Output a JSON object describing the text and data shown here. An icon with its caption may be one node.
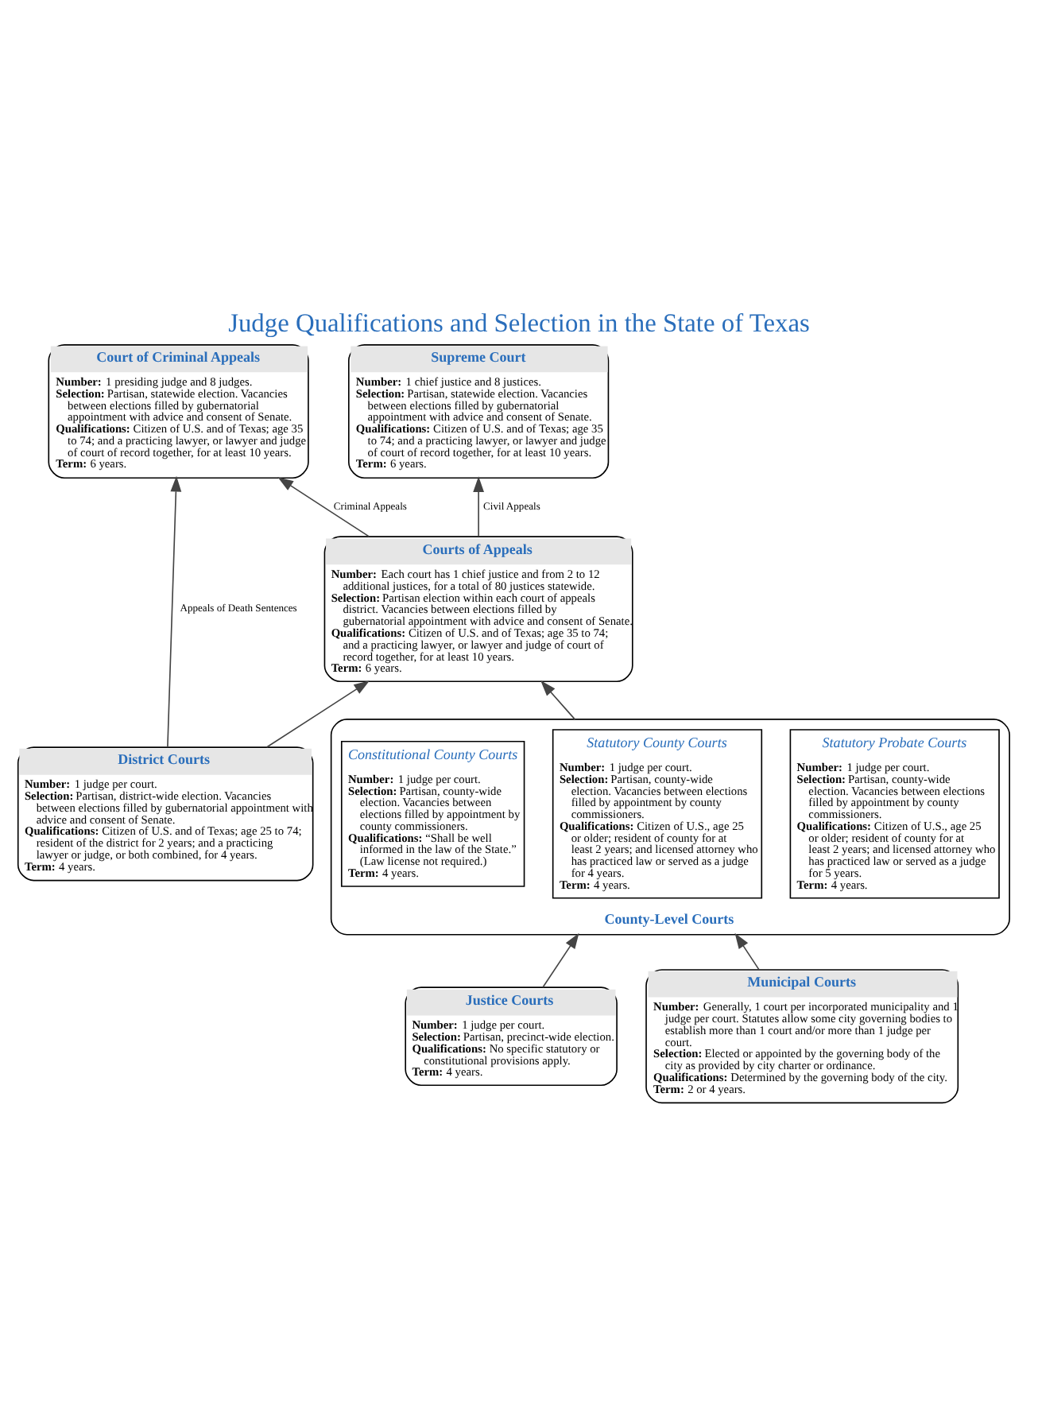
{
  "diagram": {
    "title": "Judge Qualifications and Selection in the State of Texas",
    "nodes": [
      {
        "text": [
          "Supreme Court",
          "**Number:** 1 chief justice and 8 justices.",
          "**Selection:** Partisan, statewide election. Vacancies between elections filled by gubernatorial appointment with advice and consent of Senate.",
          "**Qualifications:** Citizen of U.S. and of Texas; age 35 to 74; and a practicing lawyer, or lawyer and judge of court of record together, for at least 10 years.",
          "**Term:** 6 years."
        ]
      },
      {
        "text": [
          "Court of Criminal Appeals",
          "**Number:** 1 presiding judge and 8 judges.",
          "**Selection:** Partisan, statewide election. Vacancies between elections filled by gubernatorial appointment with advice and consent of Senate.",
          "**Qualifications:** Citizen of U.S. and of Texas; age 35 to 74; and a practicing lawyer, or lawyer and judge of court of record together, for at least 10 years.",
          "**Term:** 6 years."
        ]
      },
      {
        "text": [
          "Courts of Appeals",
          "**Number:** Each court has 1 chief justice and from 2 to 12 additional justices, for a total of 80 justices statewide.",
          "**Selection:** Partisan election within each court of appeals district. Vacancies between elections filled by gubernatorial appointment with advice and consent of Senate.",
          "**Qualifications:** Citizen of U.S. and of Texas; age 35 to 74; and a practicing lawyer, or lawyer and judge of court of record together, for at least 10 years.",
          "**Term:** 6 years."
        ]
      },
      {
        "text": [
          "District Courts",
          "**Number:** 1 judge per court.",
          "**Selection:** Partisan, district-wide election. Vacancies between elections filled by gubernatorial appointment with advice and consent of Senate.",
          "**Qualifications:** Citizen of U.S. and of Texas; age 25 to 74; resident of the district for 2 years; and a practicing lawyer or judge, or both combined, for 4 years.",
          "**Term:** 4 years."
        ]
      },
      {
        "text": [
          "County-Level Courts"
        ]
      },
      {
        "text": [
          "Constitutional County Courts",
          "**Number:** 1 judge per court.",
          "**Selection:** Partisan, county-wide election. Vacancies between elections filled by appointment by county commissioners.",
          "**Qualifications:** “Shall be well informed in the law of the State.” (Law license not required.)",
          "**Term:** 4 years."
        ],
        "in": 4
      },
      {
        "text": [
          "Statutory County Courts",
          "**Number:** 1 judge per court.",
          "**Selection:** Partisan, county-wide election. Vacancies between elections filled by appointment by county commissioners.",
          "**Qualifications:** Citizen of U.S., age 25 or older; resident of county for at least 2 years; and licensed attorney who has practiced law or served as a judge for 4 years.",
          "**Term:** 4 years."
        ],
        "in": 4
      },
      {
        "text": [
          "Statutory Probate Courts",
          "**Number:** 1 judge per court.",
          "**Selection:** Partisan, county-wide election. Vacancies between elections filled by appointment by county commissioners.",
          "**Qualifications:** Citizen of U.S., age 25 or older; resident of county for at least 2 years; and licensed attorney who has practiced law or served as a judge for 5 years.",
          "**Term:** 4 years."
        ],
        "in": 4
      },
      {
        "text": [
          "Justice Courts",
          "**Number:** 1 judge per court.",
          "**Selection:** Partisan, precinct-wide election.",
          "**Qualifications:** No specific statutory or constitutional provisions apply.",
          "**Term:** 4 years."
        ]
      },
      {
        "text": [
          "Municipal Courts",
          "**Number:** Generally, 1 court per incorporated municipality and 1 judge per court. Statutes allow some city governing bodies to establish more than 1 court and/or more than 1 judge per court.",
          "**Selection:** Elected or appointed by the governing body of the city as provided by city charter or ordinance.",
          "**Qualifications:** Determined by the governing body of the city.",
          "**Term:** 2 or 4 years."
        ]
      }
    ],
    "edges": [
      {
        "from": 2,
        "to": 0,
        "arrow": "to",
        "label": "Civil Appeals"
      },
      {
        "from": 2,
        "to": 1,
        "arrow": "to",
        "label": "Criminal Appeals"
      },
      {
        "from": 3,
        "to": 1,
        "arrow": "to",
        "label": "Appeals of Death Sentences"
      },
      {
        "from": 3,
        "to": 2,
        "arrow": "to"
      },
      {
        "from": 4,
        "to": 2,
        "arrow": "to"
      },
      {
        "from": 8,
        "to": 4,
        "arrow": "to"
      },
      {
        "from": 9,
        "to": 4,
        "arrow": "to"
      }
    ]
  }
}
